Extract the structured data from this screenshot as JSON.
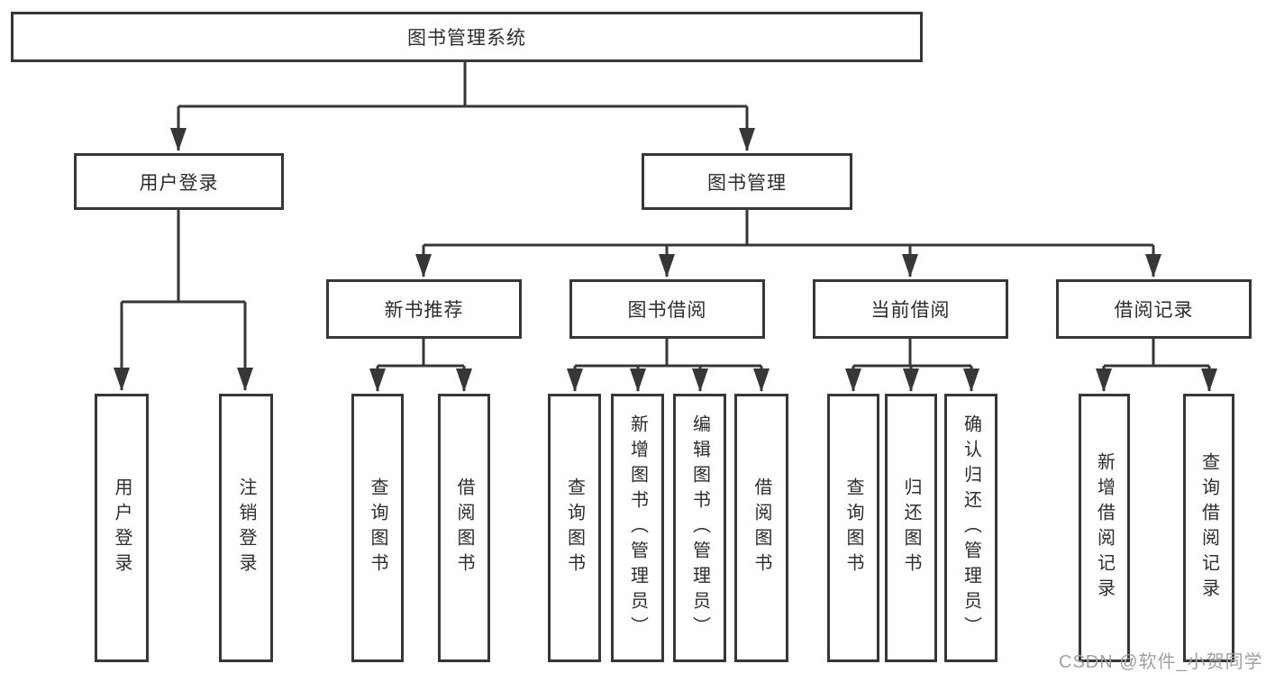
{
  "root": {
    "label": "图书管理系统"
  },
  "login_branch": {
    "label": "用户登录",
    "children": [
      {
        "label": "用户登录"
      },
      {
        "label": "注销登录"
      }
    ]
  },
  "mgmt_branch": {
    "label": "图书管理",
    "groups": [
      {
        "label": "新书推荐",
        "children": [
          {
            "label": "查询图书"
          },
          {
            "label": "借阅图书"
          }
        ]
      },
      {
        "label": "图书借阅",
        "children": [
          {
            "label": "查询图书"
          },
          {
            "label": "新增图书（管理员）"
          },
          {
            "label": "编辑图书（管理员）"
          },
          {
            "label": "借阅图书"
          }
        ]
      },
      {
        "label": "当前借阅",
        "children": [
          {
            "label": "查询图书"
          },
          {
            "label": "归还图书"
          },
          {
            "label": "确认归还（管理员）"
          }
        ]
      },
      {
        "label": "借阅记录",
        "children": [
          {
            "label": "新增借阅记录"
          },
          {
            "label": "查询借阅记录"
          }
        ]
      }
    ]
  },
  "watermark": "CSDN @软件_小贺同学",
  "colors": {
    "line": "#373737",
    "text": "#2d2d2d",
    "watermark_gray": "#9fa0a4",
    "background": "#ffffff"
  }
}
